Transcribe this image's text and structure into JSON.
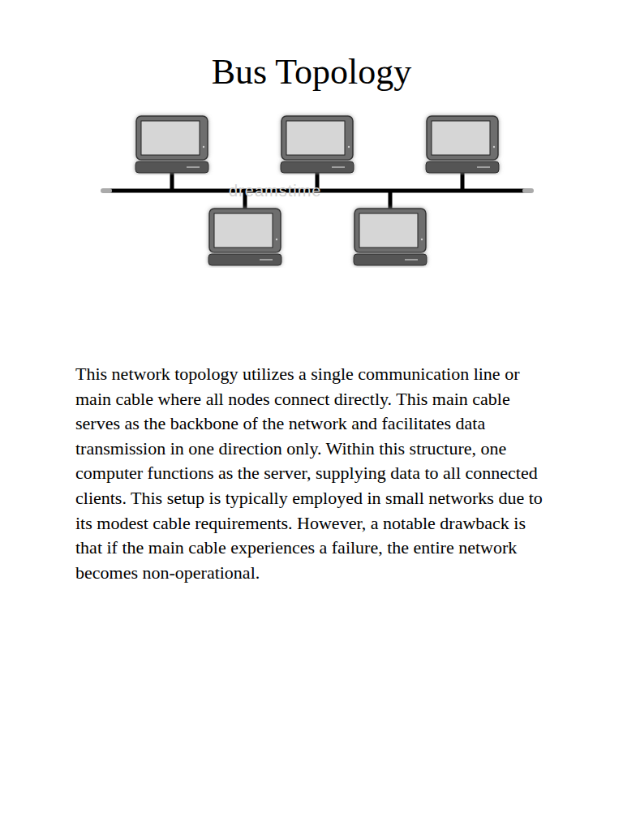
{
  "diagram": {
    "title": "Bus Topology",
    "labels": [
      "This network topology utilizes a single communication line or main cable where all nodes connect directly. This main cable serves as the backbone of the network and facilitates data transmission in one direction only. Within this structure, one computer functions as the server, supplying data to all connected clients. This setup is typically employed in small networks due to its modest cable requirements. However, a notable drawback is that if the main cable experiences a failure, the entire network becomes non-operational.",
      "dreamstime"
    ]
  }
}
